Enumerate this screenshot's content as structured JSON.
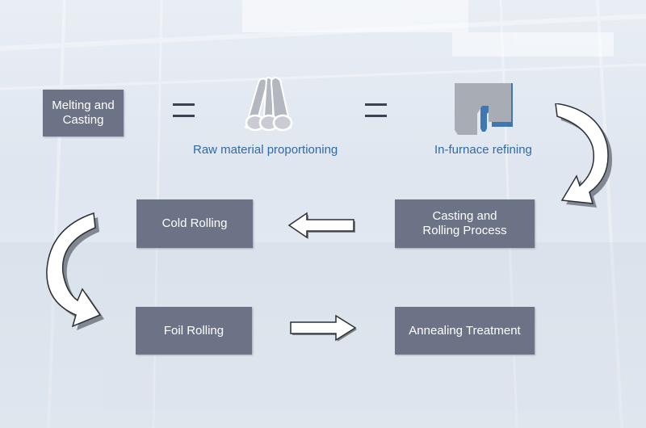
{
  "steps": {
    "melting": "Melting and\nCasting",
    "cold_rolling": "Cold Rolling",
    "casting_rolling": "Casting and\nRolling Process",
    "foil_rolling": "Foil Rolling",
    "annealing": "Annealing Treatment"
  },
  "labels": {
    "raw_material": "Raw material proportioning",
    "in_furnace": "In-furnace refining"
  },
  "icons": {
    "raw_material": "pipes-icon",
    "in_furnace": "furnace-block-icon"
  },
  "colors": {
    "box": "#6c7386",
    "box_text": "#ffffff",
    "label_text": "#2f6aa8",
    "icon_gray": "#aeb3bb"
  }
}
